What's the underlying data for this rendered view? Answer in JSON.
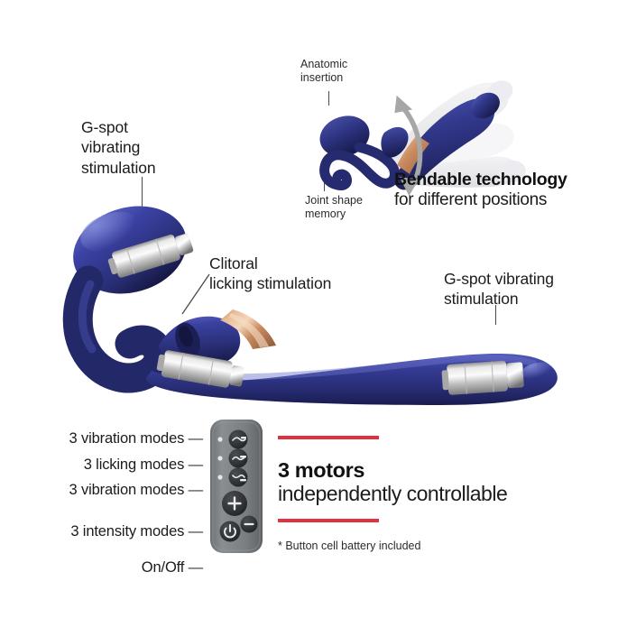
{
  "colors": {
    "body_navy": "#2f3483",
    "body_navy_light": "#4a50a8",
    "body_navy_dark": "#1d2058",
    "rose_gold": "#c98a5e",
    "rose_gold_light": "#edc3a2",
    "metal_silver": "#c9c9c9",
    "metal_silver_light": "#efefef",
    "metal_silver_dark": "#8f8f8f",
    "accent_red": "#e0323c",
    "remote_body": "#7e8184",
    "remote_button": "#2f3235",
    "text_dark": "#1c1c1c",
    "leader_line": "#4a4a4a",
    "arrow_grey": "#a7a7a7",
    "ghost_grey": "#e3e3e5",
    "background": "#ffffff"
  },
  "callouts": {
    "gspot_left": "G-spot\nvibrating\nstimulation",
    "clitoral": "Clitoral\nlicking stimulation",
    "gspot_right": "G-spot vibrating\nstimulation"
  },
  "inset": {
    "anatomic_label": "Anatomic\ninsertion",
    "joint_label": "Joint shape\nmemory",
    "title": "Bendable technology",
    "subtitle": "for different positions",
    "arrow_icon": "double-curved-arrow-icon"
  },
  "remote": {
    "icon_name": "remote-control",
    "buttons": [
      {
        "name": "mode-button-1",
        "icon": "wave-pattern-icon"
      },
      {
        "name": "mode-button-2",
        "icon": "wave-pattern-icon"
      },
      {
        "name": "mode-button-3",
        "icon": "wave-pattern-icon"
      },
      {
        "name": "plus-button",
        "glyph": "+"
      },
      {
        "name": "minus-button",
        "glyph": "−"
      },
      {
        "name": "power-button",
        "glyph": "⏻"
      }
    ]
  },
  "mode_list": [
    {
      "label": "3 vibration modes",
      "dash": "—"
    },
    {
      "label": "3 licking modes",
      "dash": "—"
    },
    {
      "label": "3 vibration modes",
      "dash": "—"
    },
    {
      "label": "3 intensity modes",
      "dash": "—"
    },
    {
      "label": "On/Off",
      "dash": "—"
    }
  ],
  "motors": {
    "headline": "3 motors",
    "subline": "independently controllable",
    "footnote": "* Button cell battery included"
  }
}
